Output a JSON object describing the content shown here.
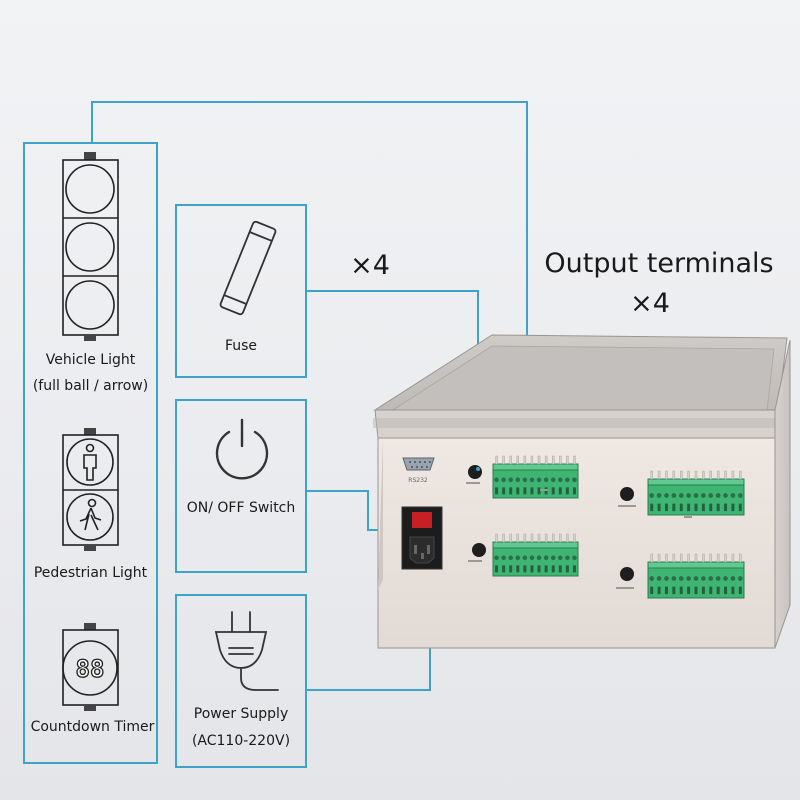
{
  "left_panel": {
    "vehicle_light_label": "Vehicle Light",
    "vehicle_light_sublabel": "(full ball / arrow)",
    "pedestrian_light_label": "Pedestrian Light",
    "countdown_timer_label": "Countdown Timer",
    "countdown_digits": "88"
  },
  "components": {
    "fuse_label": "Fuse",
    "switch_label": "ON/ OFF Switch",
    "power_label": "Power Supply",
    "power_sublabel": "(AC110-220V)"
  },
  "annotations": {
    "multiplier_left": "×4",
    "output_terminals": "Output terminals",
    "multiplier_right": "×4"
  },
  "controller": {
    "port_label": "RS232"
  },
  "colors": {
    "connector_line": "#3ea3c7",
    "terminal_green": "#3fb573",
    "case_face": "#e9e2dd",
    "case_top": "#c7c3c0"
  }
}
